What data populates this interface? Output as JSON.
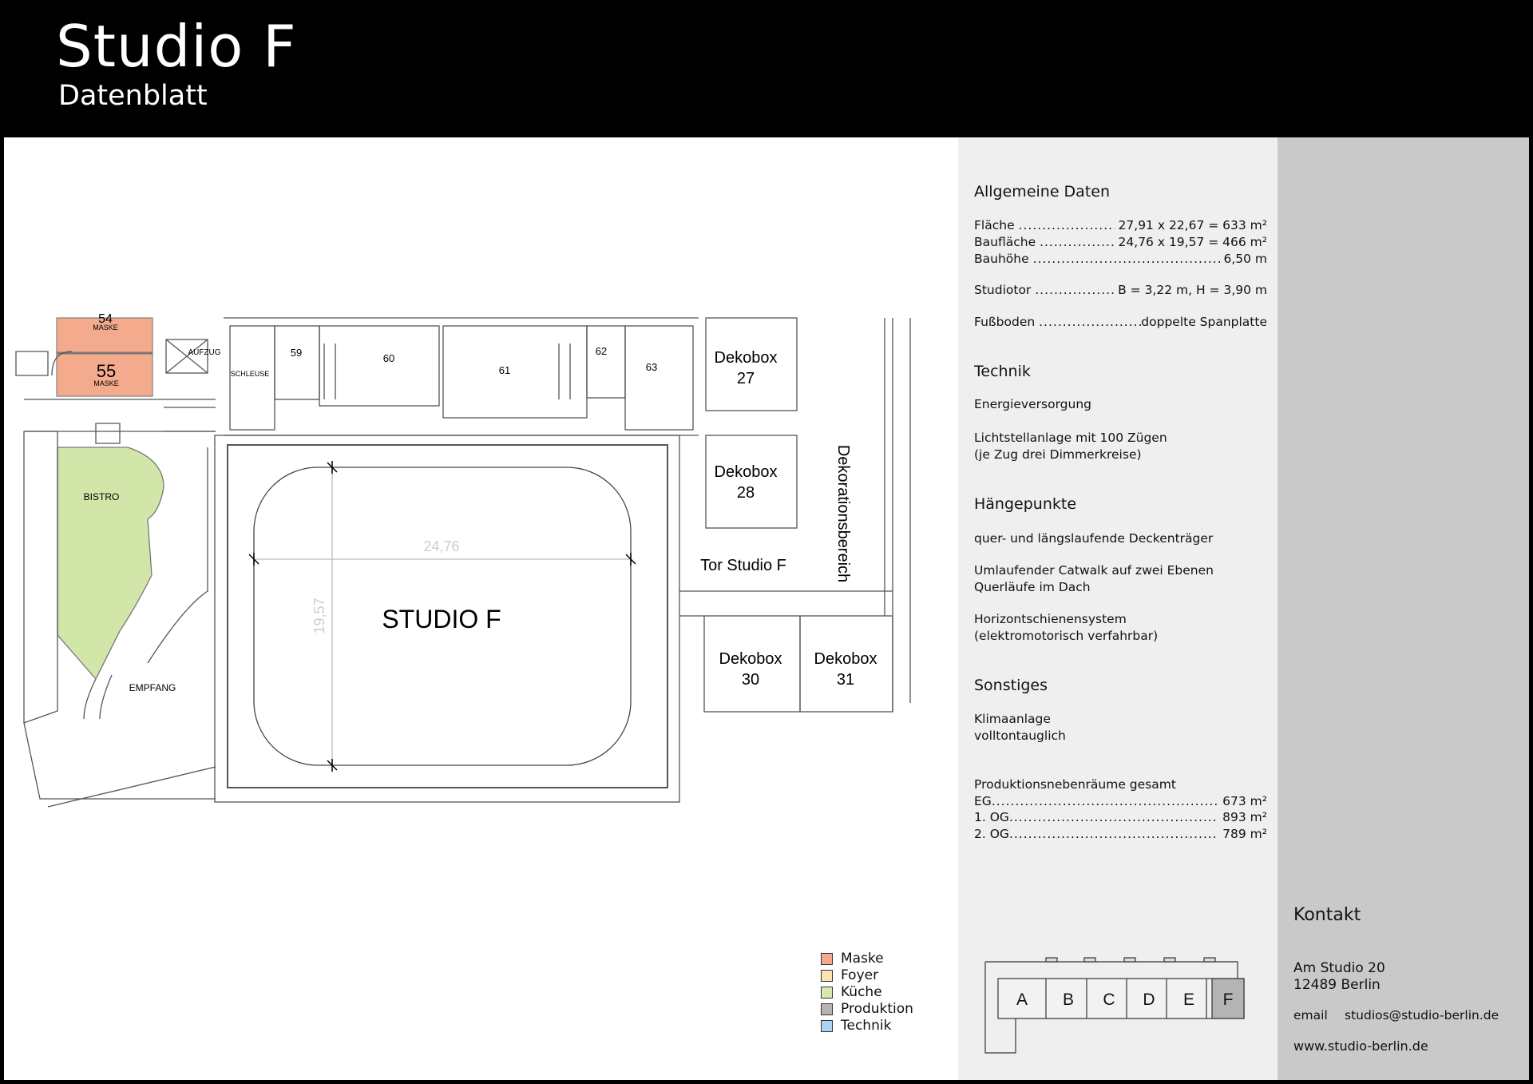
{
  "header": {
    "title": "Studio F",
    "subtitle": "Datenblatt"
  },
  "plan": {
    "studio_label": "STUDIO F",
    "dim_width": "24,76",
    "dim_depth": "19,57",
    "rooms": {
      "r54": "54",
      "r54_label": "MASKE",
      "r55": "55",
      "r55_label": "MASKE",
      "aufzug": "AUFZUG",
      "schleuse": "SCHLEUSE",
      "r59": "59",
      "r60": "60",
      "r61": "61",
      "r62": "62",
      "r63": "63",
      "bistro": "BISTRO",
      "empfang": "EMPFANG",
      "dekobox27": [
        "Dekobox",
        "27"
      ],
      "dekobox28": [
        "Dekobox",
        "28"
      ],
      "dekobox30": [
        "Dekobox",
        "30"
      ],
      "dekobox31": [
        "Dekobox",
        "31"
      ],
      "tor": "Tor Studio F",
      "dekorationsbereich": "Dekorationsbereich"
    },
    "colors": {
      "maske": "#f4ab8d",
      "kueche": "#d3e6aa"
    }
  },
  "legend": [
    {
      "label": "Maske",
      "color": "#f4ab8d"
    },
    {
      "label": "Foyer",
      "color": "#fde2b2"
    },
    {
      "label": "Küche",
      "color": "#d7e8b2"
    },
    {
      "label": "Produktion",
      "color": "#b4b4b4"
    },
    {
      "label": "Technik",
      "color": "#a9d3ef"
    }
  ],
  "info": {
    "allgemein": {
      "heading": "Allgemeine Daten",
      "rows": [
        {
          "label": "Fläche",
          "value": "27,91 x 22,67 = 633 m²"
        },
        {
          "label": "Baufläche",
          "value": "24,76 x 19,57 = 466 m²"
        },
        {
          "label": "Bauhöhe",
          "value": "6,50 m"
        },
        {
          "label": "Studiotor",
          "value": "B = 3,22 m, H = 3,90 m"
        },
        {
          "label": "Fußboden",
          "value": "doppelte Spanplatte"
        }
      ]
    },
    "technik": {
      "heading": "Technik",
      "lines": [
        "Energieversorgung",
        "Lichtstellanlage mit 100 Zügen",
        "(je Zug drei Dimmerkreise)"
      ]
    },
    "haengepunkte": {
      "heading": "Hängepunkte",
      "lines": [
        "quer- und längslaufende Deckenträger",
        "Umlaufender Catwalk auf zwei Ebenen",
        "Querläufe im Dach",
        "Horizontschienensystem",
        "(elektromotorisch verfahrbar)"
      ]
    },
    "sonstiges": {
      "heading": "Sonstiges",
      "lines": [
        "Klimaanlage",
        "volltontauglich"
      ]
    },
    "nebenraeume": {
      "heading": "Produktionsnebenräume gesamt",
      "rows": [
        {
          "label": "EG",
          "value": "673 m²"
        },
        {
          "label": "1. OG",
          "value": "893 m²"
        },
        {
          "label": "2. OG",
          "value": "789 m²"
        }
      ]
    }
  },
  "minimap": {
    "studios": [
      "A",
      "B",
      "C",
      "D",
      "E",
      "F"
    ],
    "active": "F",
    "active_color": "#b4b4b4"
  },
  "contact": {
    "heading": "Kontakt",
    "street": "Am Studio 20",
    "city": "12489 Berlin",
    "email_label": "email",
    "email": "studios@studio-berlin.de",
    "web": "www.studio-berlin.de"
  }
}
